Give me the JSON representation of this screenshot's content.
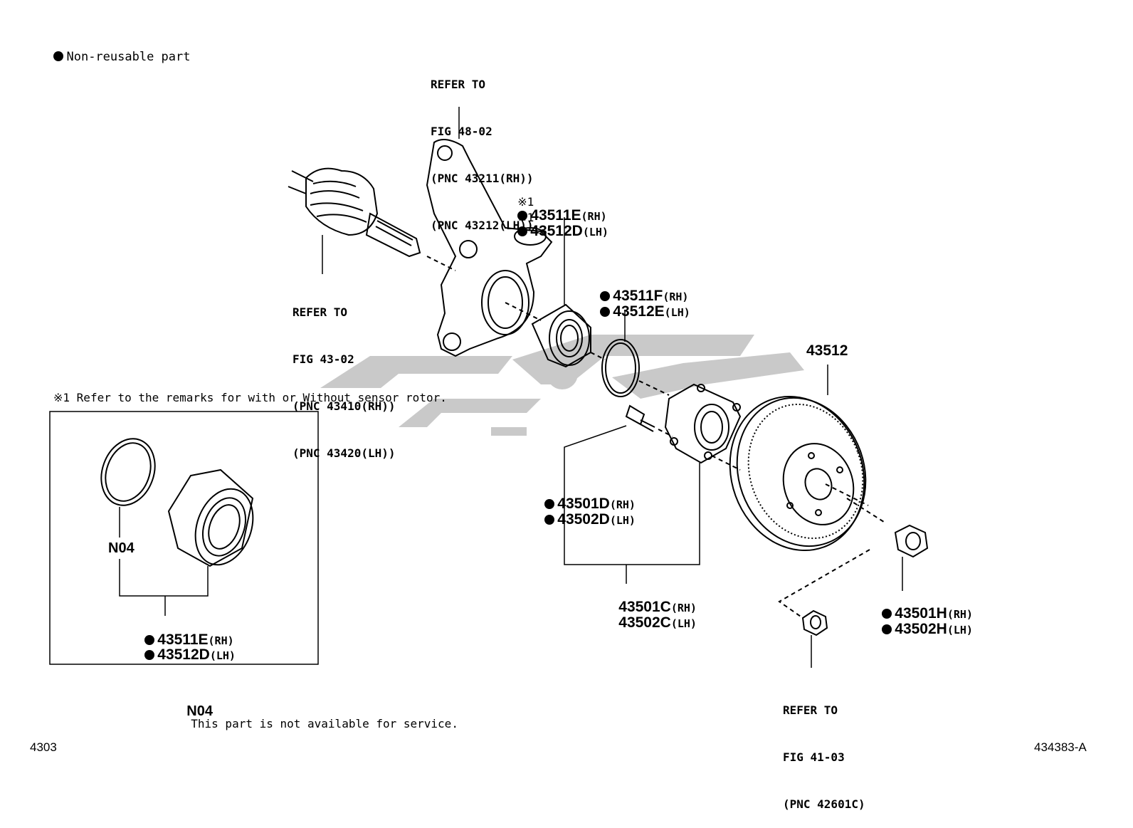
{
  "legend": {
    "text": "Non-reusable part"
  },
  "refs": [
    {
      "lines": [
        "REFER TO",
        "FIG 48-02",
        "(PNC 43211(RH))",
        "(PNC 43212(LH))"
      ]
    },
    {
      "lines": [
        "REFER TO",
        "FIG 43-02",
        "(PNC 43410(RH))",
        "(PNC 43420(LH))"
      ]
    },
    {
      "lines": [
        "REFER TO",
        "FIG 41-03",
        "(PNC 42601C)"
      ]
    }
  ],
  "parts": {
    "bearing_rh": {
      "mark": "※1",
      "number": "43511E",
      "side": "(RH)"
    },
    "bearing_lh": {
      "mark": "※1",
      "number": "43512D",
      "side": "(LH)"
    },
    "snapring_rh": {
      "number": "43511F",
      "side": "(RH)"
    },
    "snapring_lh": {
      "number": "43512E",
      "side": "(LH)"
    },
    "disc": {
      "number": "43512"
    },
    "bolt_rh": {
      "number": "43501D",
      "side": "(RH)"
    },
    "bolt_lh": {
      "number": "43502D",
      "side": "(LH)"
    },
    "hub_rh": {
      "number": "43501C",
      "side": "(RH)"
    },
    "hub_lh": {
      "number": "43502C",
      "side": "(LH)"
    },
    "nut_rh": {
      "number": "43501H",
      "side": "(RH)"
    },
    "nut_lh": {
      "number": "43502H",
      "side": "(LH)"
    },
    "inset_rh": {
      "number": "43511E",
      "side": "(RH)"
    },
    "inset_lh": {
      "number": "43512D",
      "side": "(LH)"
    }
  },
  "remark": "※1 Refer to the remarks for with or Without sensor rotor.",
  "inset": {
    "code": "N04"
  },
  "note": {
    "code": "N04",
    "text": "This part is not available for service."
  },
  "footer": {
    "left": "4303",
    "right": "434383-A"
  },
  "colors": {
    "ink": "#000000",
    "watermark": "#c8c8c8",
    "background": "#ffffff"
  }
}
